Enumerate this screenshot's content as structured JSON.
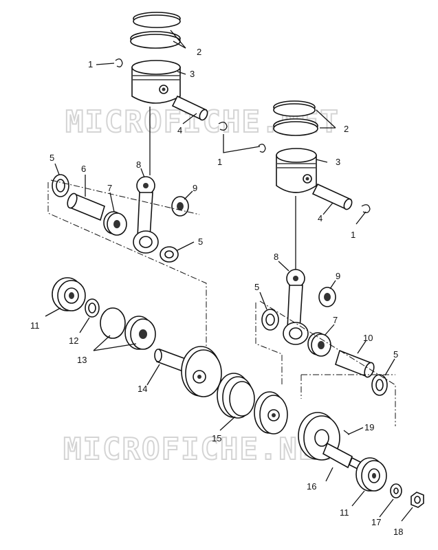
{
  "watermark": "MICROFICHE.NET",
  "callouts": {
    "c1a": "1",
    "c2a": "2",
    "c3a": "3",
    "c4a": "4",
    "c1b": "1",
    "c2b": "2",
    "c3b": "3",
    "c4b": "4",
    "c1c": "1",
    "c5a": "5",
    "c6": "6",
    "c7a": "7",
    "c8a": "8",
    "c9a": "9",
    "c5b": "5",
    "c8b": "8",
    "c9b": "9",
    "c5c": "5",
    "c7b": "7",
    "c10": "10",
    "c5d": "5",
    "c11a": "11",
    "c12": "12",
    "c13": "13",
    "c14": "14",
    "c15": "15",
    "c19": "19",
    "c16": "16",
    "c11b": "11",
    "c17": "17",
    "c18": "18"
  }
}
